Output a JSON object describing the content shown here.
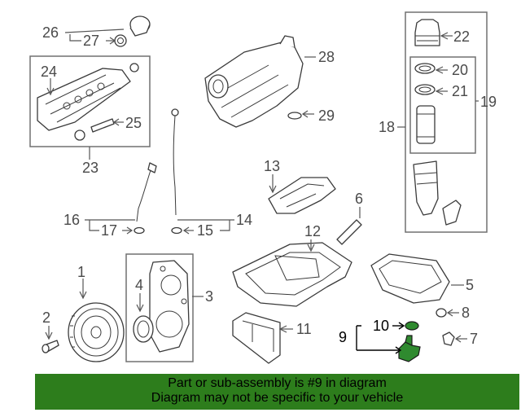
{
  "callouts": {
    "c1": "1",
    "c2": "2",
    "c3": "3",
    "c4": "4",
    "c5": "5",
    "c6": "6",
    "c7": "7",
    "c8": "8",
    "c9": "9",
    "c10": "10",
    "c11": "11",
    "c12": "12",
    "c13": "13",
    "c14": "14",
    "c15": "15",
    "c16": "16",
    "c17": "17",
    "c18": "18",
    "c19": "19",
    "c20": "20",
    "c21": "21",
    "c22": "22",
    "c23": "23",
    "c24": "24",
    "c25": "25",
    "c26": "26",
    "c27": "27",
    "c28": "28",
    "c29": "29"
  },
  "highlight": {
    "part": "9",
    "color": "#2f8a2f"
  },
  "banner": {
    "line1": "Part or sub-assembly is #9 in diagram",
    "line2": "Diagram may not be specific to your vehicle",
    "color": "#2d7d1c"
  }
}
